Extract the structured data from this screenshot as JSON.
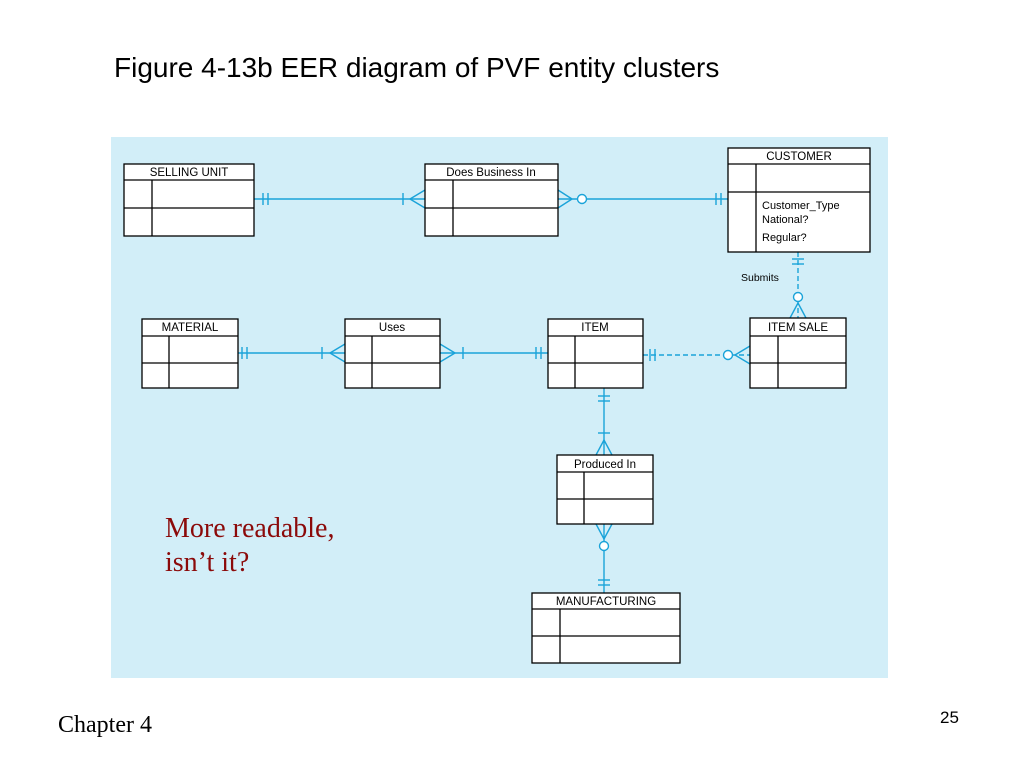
{
  "slide": {
    "title": "Figure 4-13b EER diagram of PVF entity clusters",
    "note_line1": "More readable,",
    "note_line2": "isn’t it?",
    "footer": "Chapter 4",
    "page_number": "25"
  },
  "diagram": {
    "entities": {
      "selling_unit": "SELLING UNIT",
      "does_business_in": "Does Business In",
      "customer": "CUSTOMER",
      "material": "MATERIAL",
      "uses": "Uses",
      "item": "ITEM",
      "item_sale": "ITEM SALE",
      "produced_in": "Produced In",
      "manufacturing": "MANUFACTURING"
    },
    "customer_attributes": [
      "Customer_Type",
      "National?",
      "Regular?"
    ],
    "relationships": {
      "submits": "Submits"
    }
  },
  "colors": {
    "panel_background": "#d2eef8",
    "relationship_line": "#1aa3d9",
    "note_text": "#8b0a0a"
  }
}
